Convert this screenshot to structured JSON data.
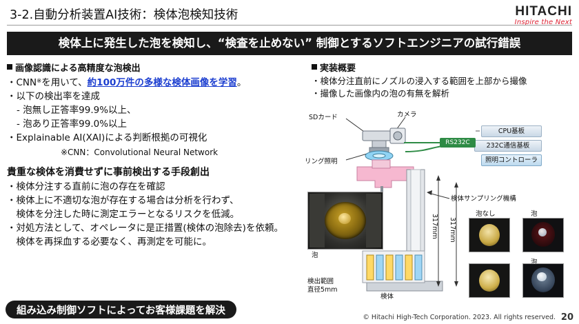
{
  "header": {
    "title": "3-2.自動分析装置AI技術：検体泡検知技術",
    "logo_main": "HITACHI",
    "logo_tagline": "Inspire the Next"
  },
  "banner": {
    "text": "検体上に発生した泡を検知し、“検査を止めない” 制御とするソフトエンジニアの試行錯誤"
  },
  "left": {
    "section1_head": "画像認識による高精度な泡検出",
    "items": [
      "・CNN※を用いて、約100万件の多様な検体画像を学習。",
      "・以下の検出率を達成",
      "- 泡無し正答率99.9%以上、",
      "- 泡あり正答率99.0%以上",
      "・Explainable AI(XAI)による判断根拠の可視化"
    ],
    "item1_plain_a": "・CNN",
    "item1_sup": "※",
    "item1_plain_b": "を用いて、",
    "item1_blue": "約100万件の多様な検体画像を学習",
    "item1_plain_c": "。",
    "note": "※CNN：Convolutional Neural Network",
    "section2_head": "貴重な検体を消費せずに事前検出する手段創出",
    "items2": [
      "・検体分注する直前に泡の存在を確認",
      "・検体上に不適切な泡が存在する場合は分析を行わず、",
      "　検体を分注した時に測定エラーとなるリスクを低減。",
      "・対処方法として、オペレータに是正措置(検体の泡除去)を依頼。",
      "　検体を再採血する必要なく、再測定を可能に。"
    ]
  },
  "right": {
    "section_head": "実装概要",
    "items": [
      "・検体分注直前にノズルの浸入する範囲を上部から撮像",
      "・撮像した画像内の泡の有無を解析"
    ]
  },
  "diagram": {
    "labels": {
      "sd_card": "SDカード",
      "camera": "カメラ",
      "rs232c": "RS232C",
      "ring_light": "リング照明",
      "cpu_board": "CPU基板",
      "comm_board": "232C通信基板",
      "led_controller": "照明コントローラ",
      "sampling": "検体サンプリング機構",
      "bubble": "泡",
      "detect_range": "検出範囲",
      "detect_diameter": "直径5mm",
      "height_1": "317mm",
      "height_2": "317mm",
      "sample": "検体",
      "no_bubble": "泡なし",
      "with_bubble_1": "泡",
      "with_bubble_2": "泡"
    }
  },
  "footer": {
    "pill": "組み込み制御ソフトによってお客様課題を解決",
    "copyright": "© Hitachi High-Tech Corporation. 2023. All rights reserved.",
    "page": "20"
  }
}
